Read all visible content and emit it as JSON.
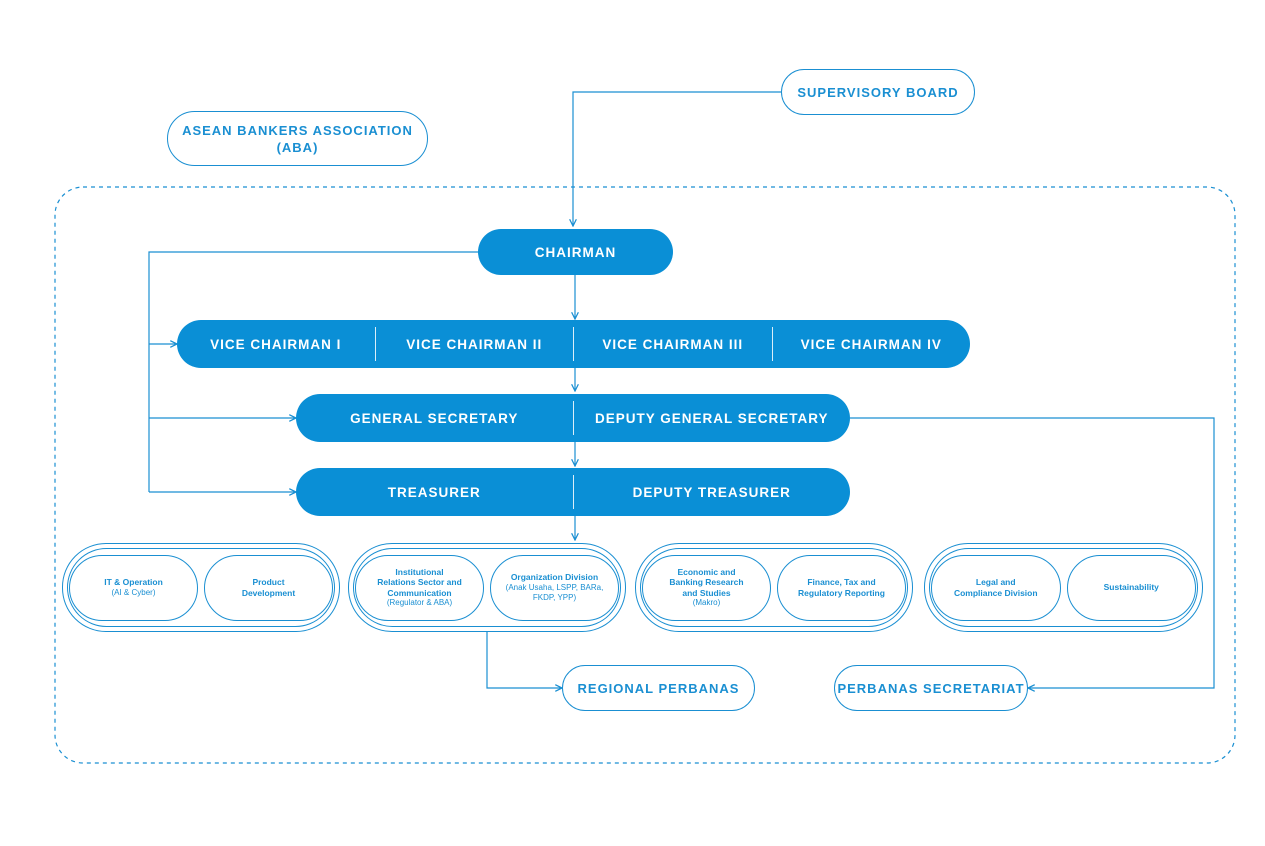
{
  "colors": {
    "primary": "#0a8fd6",
    "line": "#1a8fd2",
    "background": "#ffffff"
  },
  "aba": {
    "label": "ASEAN BANKERS ASSOCIATION\n(ABA)"
  },
  "supervisory_board": {
    "label": "SUPERVISORY BOARD"
  },
  "chairman": {
    "label": "CHAIRMAN"
  },
  "vice_chairmen": [
    "VICE CHAIRMAN I",
    "VICE CHAIRMAN II",
    "VICE CHAIRMAN III",
    "VICE CHAIRMAN IV"
  ],
  "secretary": {
    "left": "GENERAL SECRETARY",
    "right": "DEPUTY GENERAL SECRETARY"
  },
  "treasurer": {
    "left": "TREASURER",
    "right": "DEPUTY TREASURER"
  },
  "groups": [
    {
      "divisions": [
        {
          "title": "IT & Operation",
          "sub": "(AI & Cyber)"
        },
        {
          "title": "Product\nDevelopment",
          "sub": ""
        }
      ]
    },
    {
      "divisions": [
        {
          "title": "Institutional\nRelations Sector and\nCommunication",
          "sub": "(Regulator & ABA)"
        },
        {
          "title": "Organization Division",
          "sub": "(Anak Usaha, LSPP, BARa,\nFKDP, YPP)"
        }
      ]
    },
    {
      "divisions": [
        {
          "title": "Economic and\nBanking Research\nand Studies",
          "sub": "(Makro)"
        },
        {
          "title": "Finance, Tax and\nRegulatory Reporting",
          "sub": ""
        }
      ]
    },
    {
      "divisions": [
        {
          "title": "Legal and\nCompliance Division",
          "sub": ""
        },
        {
          "title": "Sustainability",
          "sub": ""
        }
      ]
    }
  ],
  "regional": {
    "label": "REGIONAL PERBANAS"
  },
  "secretariat": {
    "label": "PERBANAS SECRETARIAT"
  }
}
